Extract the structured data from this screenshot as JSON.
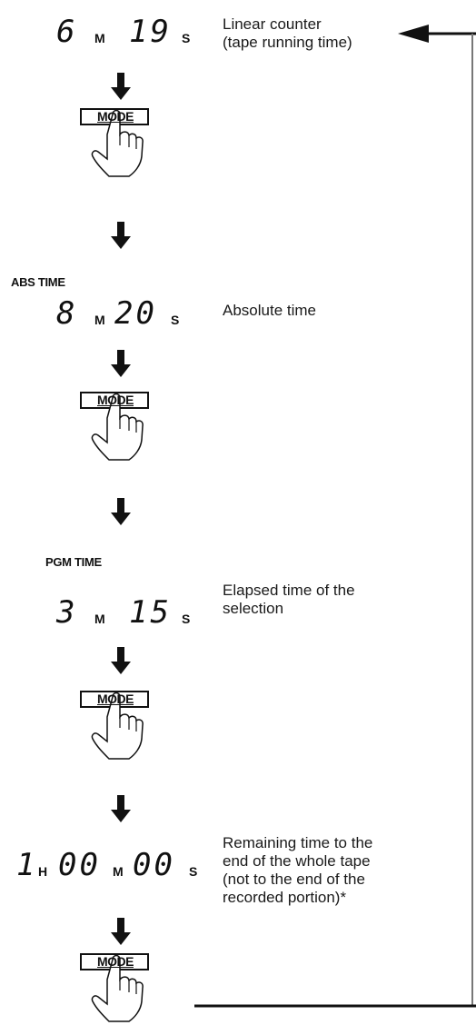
{
  "steps": [
    {
      "display": [
        {
          "digits": "6",
          "unit": "M"
        },
        {
          "digits": "19",
          "unit": "S"
        }
      ],
      "description": [
        "Linear counter",
        "(tape running time)"
      ]
    },
    {
      "label": "ABS TIME",
      "display": [
        {
          "digits": "8",
          "unit": "M"
        },
        {
          "digits": "20",
          "unit": "S"
        }
      ],
      "description": [
        "Absolute time"
      ]
    },
    {
      "label": "PGM TIME",
      "display": [
        {
          "digits": "3",
          "unit": "M"
        },
        {
          "digits": "15",
          "unit": "S"
        }
      ],
      "description": [
        "Elapsed time of the",
        "selection"
      ]
    },
    {
      "display": [
        {
          "digits": "1",
          "unit": "H"
        },
        {
          "digits": "00",
          "unit": "M"
        },
        {
          "digits": "00",
          "unit": "S"
        }
      ],
      "description": [
        "Remaining time to the",
        "end of the whole tape",
        "(not to the end of the",
        "recorded portion)*"
      ]
    }
  ],
  "button_label": "MODE"
}
